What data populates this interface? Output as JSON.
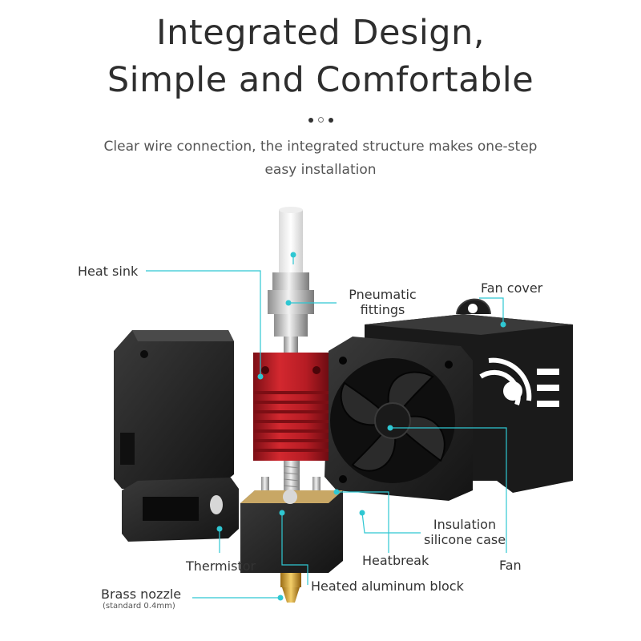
{
  "heading": {
    "line1": "Integrated Design,",
    "line2": "Simple and Comfortable",
    "subtitle_line1": "Clear wire connection, the integrated structure makes one-step",
    "subtitle_line2": "easy installation"
  },
  "labels": {
    "heat_sink": "Heat sink",
    "pneumatic_line1": "Pneumatic",
    "pneumatic_line2": "fittings",
    "fan_cover": "Fan cover",
    "insulation_line1": "Insulation",
    "insulation_line2": "silicone case",
    "heatbreak": "Heatbreak",
    "fan": "Fan",
    "thermistor": "Thermistor",
    "heated_block": "Heated aluminum block",
    "brass_nozzle": "Brass nozzle",
    "brass_nozzle_note": "(standard 0.4mm)"
  },
  "colors": {
    "accent": "#2fc7d2",
    "hotend_red": "#c2202a",
    "part_black": "#1c1c1c",
    "brass": "#e3b13c"
  }
}
